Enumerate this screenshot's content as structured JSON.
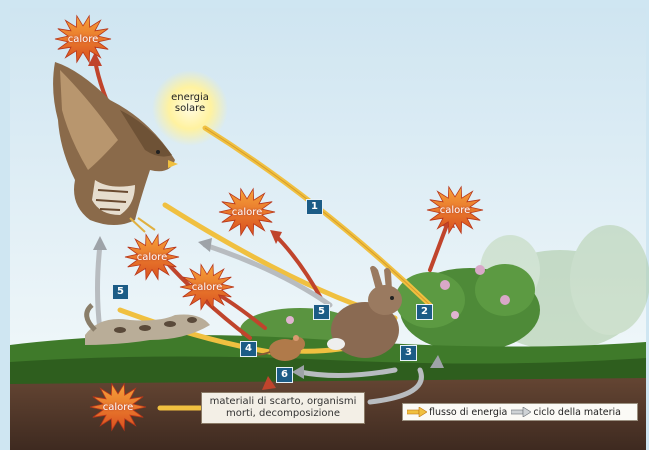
{
  "labels": {
    "sun": [
      "energia",
      "solare"
    ],
    "heat": "calore",
    "waste": [
      "materiali di scarto, organismi",
      "morti, decomposizione"
    ]
  },
  "legend": {
    "energy_flow": "flusso di energia",
    "matter_cycle": "ciclo della materia"
  },
  "steps": [
    "1",
    "2",
    "3",
    "4",
    "5",
    "5",
    "6"
  ],
  "colors": {
    "energy_arrow": "#f0c040",
    "heat_arrow": "#c0442c",
    "matter_arrow": "#b8bcc0",
    "step_box": "#1c5c86",
    "sky": "#dcecf3",
    "grass": "#3f7a2a",
    "soil": "#5a3d2e"
  },
  "icons": [
    "sun-icon",
    "heat-burst-icon",
    "hawk-icon",
    "rabbit-icon",
    "mouse-icon",
    "snake-icon",
    "clover-plant-icon"
  ]
}
